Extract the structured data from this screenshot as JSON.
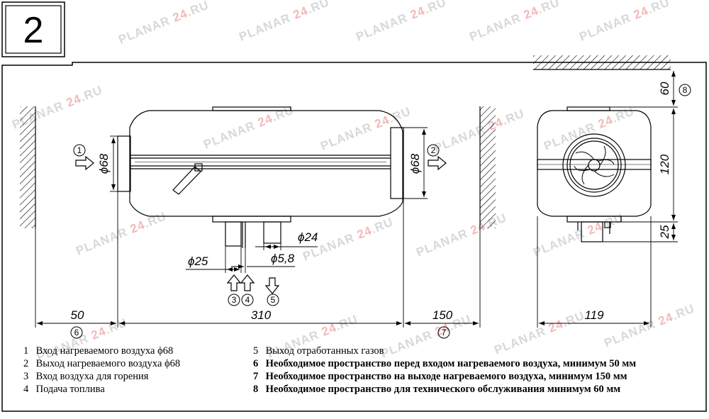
{
  "figure_number": "2",
  "watermark": {
    "prefix": "PLANAR ",
    "accent": "24",
    "suffix": ".RU"
  },
  "dimensions": {
    "inlet_diameter": "ϕ68",
    "outlet_diameter": "ϕ68",
    "pipe_d24": "ϕ24",
    "pipe_d25": "ϕ25",
    "pipe_d58": "ϕ5,8",
    "left_clearance": "50",
    "length": "310",
    "right_clearance": "150",
    "width": "119",
    "top_clearance": "60",
    "height": "120",
    "bottom_part": "25"
  },
  "callouts": [
    "1",
    "2",
    "3",
    "4",
    "5",
    "6",
    "7",
    "8"
  ],
  "legend_left": [
    {
      "num": "1",
      "text": "Вход нагреваемого воздуха ϕ68"
    },
    {
      "num": "2",
      "text": "Выход нагреваемого воздуха ϕ68"
    },
    {
      "num": "3",
      "text": "Вход воздуха для горения"
    },
    {
      "num": "4",
      "text": "Подача топлива"
    }
  ],
  "legend_right": [
    {
      "num": "5",
      "text": "Выход отработанных газов",
      "bold": false
    },
    {
      "num": "6",
      "text": "Необходимое пространство перед входом нагреваемого воздуха, минимум 50 мм",
      "bold": true
    },
    {
      "num": "7",
      "text": "Необходимое пространство на выходе нагреваемого воздуха, минимум 150 мм",
      "bold": true
    },
    {
      "num": "8",
      "text": "Необходимое пространство для технического обслуживания минимум 60 мм",
      "bold": true
    }
  ]
}
